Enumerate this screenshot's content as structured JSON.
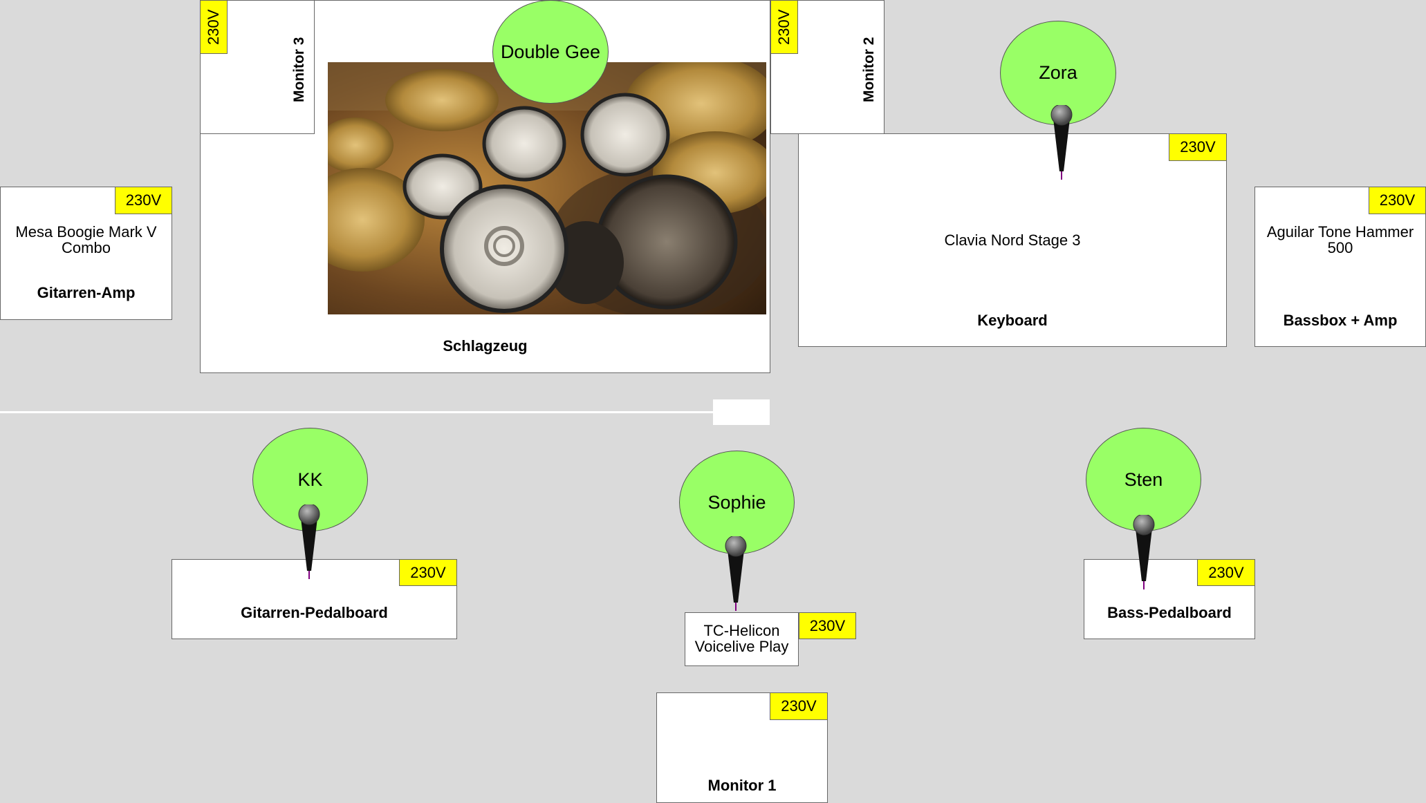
{
  "colors": {
    "background": "#dadada",
    "person": "#99ff66",
    "power": "#ffff00"
  },
  "power_label": "230V",
  "drums": {
    "label": "Schlagzeug",
    "photo": "drum-kit-photo"
  },
  "monitor3": {
    "label": "Monitor 3"
  },
  "monitor2": {
    "label": "Monitor 2"
  },
  "monitor1": {
    "label": "Monitor 1"
  },
  "guitar_amp": {
    "model": "Mesa Boogie Mark V Combo",
    "label": "Gitarren-Amp"
  },
  "keyboard": {
    "model": "Clavia Nord Stage 3",
    "label": "Keyboard"
  },
  "bass_amp": {
    "model": "Aguilar Tone Hammer 500",
    "label": "Bassbox + Amp"
  },
  "guitar_pedalboard": {
    "label": "Gitarren-Pedalboard"
  },
  "vocal_fx": {
    "model": "TC-Helicon Voicelive Play"
  },
  "bass_pedalboard": {
    "label": "Bass-Pedalboard"
  },
  "people": {
    "drummer": "Double Gee",
    "keys": "Zora",
    "guitar": "KK",
    "vocals": "Sophie",
    "bass": "Sten"
  },
  "icons": {
    "mic": "microphone-icon"
  }
}
